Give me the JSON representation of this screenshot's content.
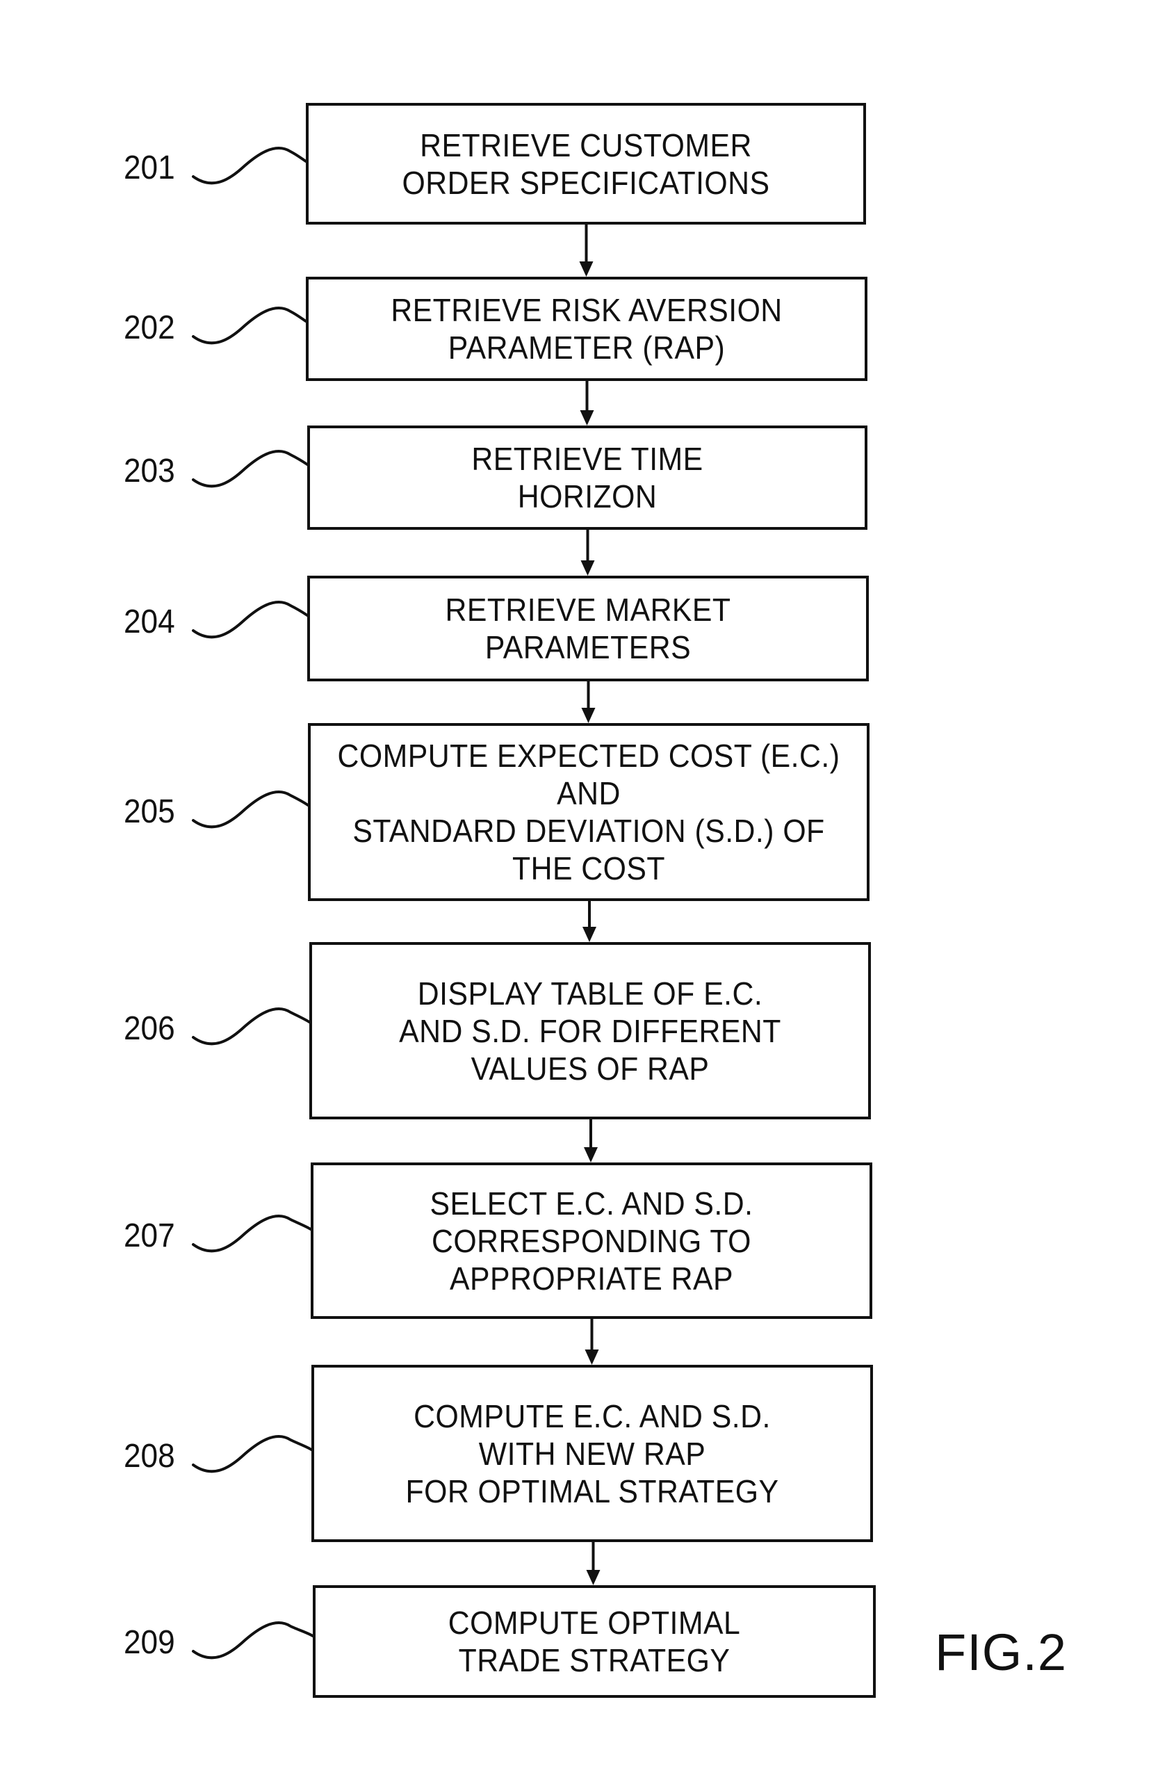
{
  "steps": [
    {
      "ref": "201",
      "lines": [
        "RETRIEVE CUSTOMER",
        "ORDER SPECIFICATIONS"
      ]
    },
    {
      "ref": "202",
      "lines": [
        "RETRIEVE RISK AVERSION",
        "PARAMETER (RAP)"
      ]
    },
    {
      "ref": "203",
      "lines": [
        "RETRIEVE TIME",
        "HORIZON"
      ]
    },
    {
      "ref": "204",
      "lines": [
        "RETRIEVE MARKET",
        "PARAMETERS"
      ]
    },
    {
      "ref": "205",
      "lines": [
        "COMPUTE EXPECTED COST (E.C.)",
        "AND",
        "STANDARD DEVIATION (S.D.) OF",
        "THE COST"
      ]
    },
    {
      "ref": "206",
      "lines": [
        "DISPLAY TABLE OF E.C.",
        "AND S.D. FOR DIFFERENT",
        "VALUES OF RAP"
      ]
    },
    {
      "ref": "207",
      "lines": [
        "SELECT E.C. AND S.D.",
        "CORRESPONDING TO",
        "APPROPRIATE RAP"
      ]
    },
    {
      "ref": "208",
      "lines": [
        "COMPUTE E.C. AND S.D.",
        "WITH NEW RAP",
        "FOR OPTIMAL STRATEGY"
      ]
    },
    {
      "ref": "209",
      "lines": [
        "COMPUTE OPTIMAL",
        "TRADE STRATEGY"
      ]
    }
  ],
  "figure_label": "FIG.2"
}
